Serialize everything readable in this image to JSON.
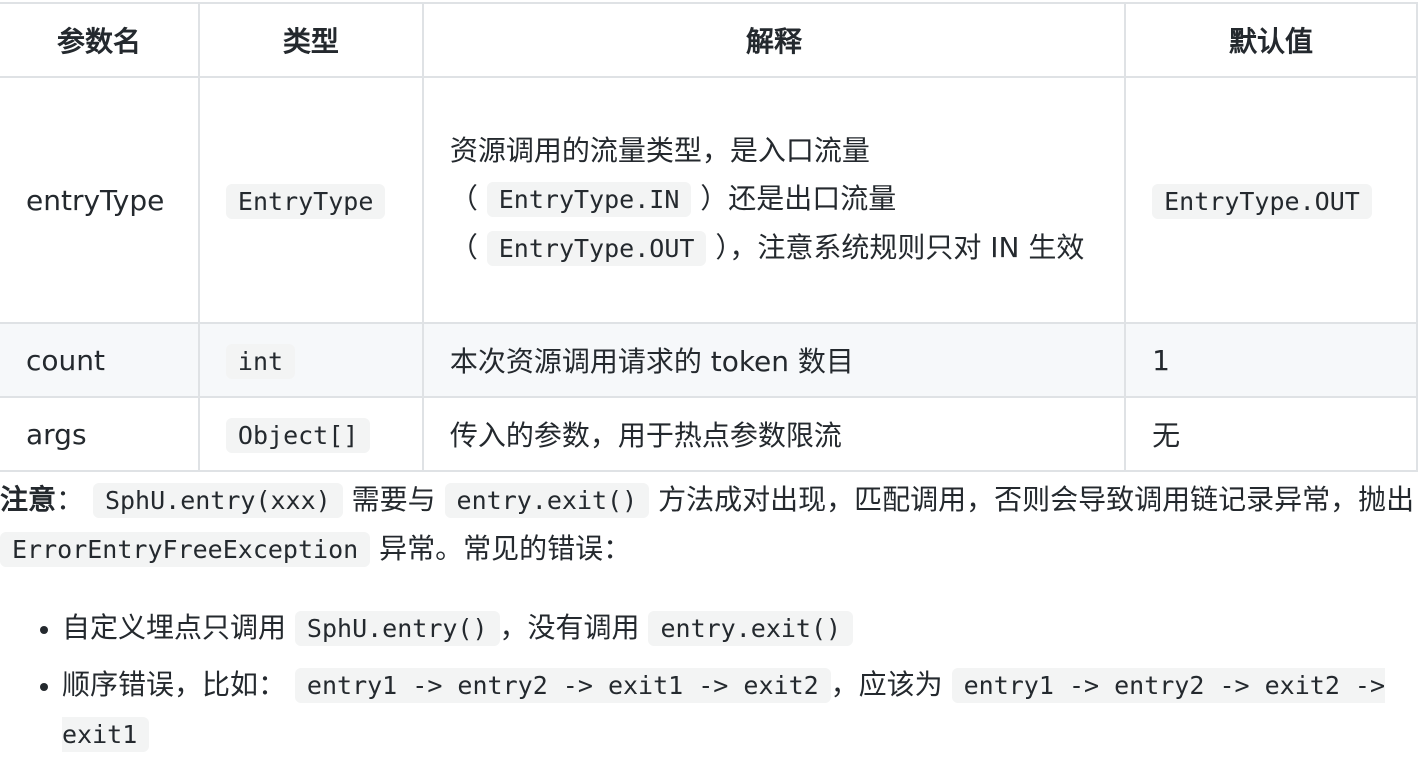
{
  "table": {
    "headers": [
      "参数名",
      "类型",
      "解释",
      "默认值"
    ],
    "rows": [
      {
        "name": "entryType",
        "type": "EntryType",
        "desc_parts": [
          "资源调用的流量类型，是入口流量",
          "（",
          "EntryType.IN",
          "）还是出口流量",
          "（",
          "EntryType.OUT",
          "），注意系统规则只对 IN 生效"
        ],
        "default": "EntryType.OUT",
        "default_is_code": true
      },
      {
        "name": "count",
        "type": "int",
        "desc": "本次资源调用请求的 token 数目",
        "default": "1"
      },
      {
        "name": "args",
        "type": "Object[]",
        "desc": "传入的参数，用于热点参数限流",
        "default": "无"
      }
    ]
  },
  "note": {
    "label": "注意",
    "colon": "：",
    "code1": "SphU.entry(xxx)",
    "text1": "需要与",
    "code2": "entry.exit()",
    "text2": "方法成对出现，匹配调用，否则会导致调用链记录异常，抛出",
    "code3": "ErrorEntryFreeException",
    "text3": "异常。常见的错误："
  },
  "errors": [
    {
      "text1": "自定义埋点只调用",
      "code1": "SphU.entry()",
      "text2": "，没有调用",
      "code2": "entry.exit()"
    },
    {
      "text1": "顺序错误，比如：",
      "code1": "entry1 -> entry2 -> exit1 -> exit2",
      "text2": "，应该为",
      "code2": "entry1 -> entry2 -> exit2 -> exit1"
    }
  ]
}
